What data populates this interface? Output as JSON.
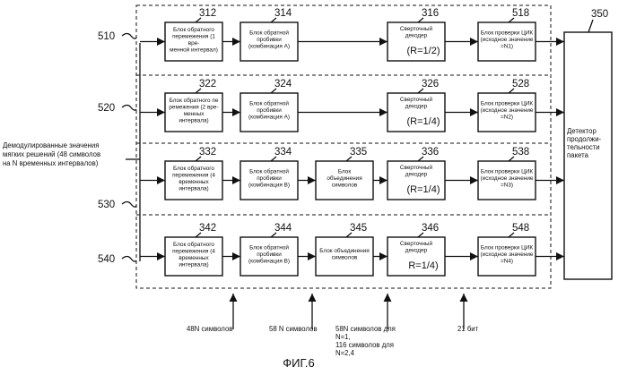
{
  "rows": [
    {
      "id": "510",
      "blocks": [
        {
          "num": "312",
          "lines": [
            "Блок обратного",
            "перемежения (1",
            "вре-",
            "менной интервал)"
          ]
        },
        {
          "num": "314",
          "lines": [
            "Блок обратной",
            "пробивки",
            "(комбинация А)"
          ]
        },
        {
          "num": "316",
          "lines": [
            "Сверточный",
            "декодер"
          ],
          "rate": "(R=1/2)"
        },
        {
          "num": "518",
          "lines": [
            "Блок проверки ЦИК",
            "(исходное значение",
            "=N1)"
          ]
        }
      ]
    },
    {
      "id": "520",
      "blocks": [
        {
          "num": "322",
          "lines": [
            "Блок обратного пе",
            "ремежения (2 вре-",
            "менных",
            "интервала)"
          ]
        },
        {
          "num": "324",
          "lines": [
            "Блок обратной",
            "пробивки",
            "(комбинация А)"
          ]
        },
        {
          "num": "326",
          "lines": [
            "Сверточный",
            "декодер"
          ],
          "rate": "(R=1/4)"
        },
        {
          "num": "528",
          "lines": [
            "Блок проверки ЦИК",
            "(исходное значение",
            "=N2)"
          ]
        }
      ]
    },
    {
      "id": "530",
      "blocks": [
        {
          "num": "332",
          "lines": [
            "Блок обратного",
            "перемежения (4",
            "временных",
            "интервала)"
          ]
        },
        {
          "num": "334",
          "lines": [
            "Блок обратной",
            "пробивки",
            "(комбинация В)"
          ]
        },
        {
          "num": "335",
          "lines": [
            "Блок",
            "объединения",
            "символов"
          ]
        },
        {
          "num": "336",
          "lines": [
            "Сверточный",
            "декодер"
          ],
          "rate": "(R=1/4)"
        },
        {
          "num": "538",
          "lines": [
            "Блок проверки ЦИК",
            "(исходное значение",
            "=N3)"
          ]
        }
      ]
    },
    {
      "id": "540",
      "blocks": [
        {
          "num": "342",
          "lines": [
            "Блок обратного",
            "перемежения (4",
            "временных",
            "интервала)"
          ]
        },
        {
          "num": "344",
          "lines": [
            "Блок обратной",
            "пробивки",
            "(комбинация В)"
          ]
        },
        {
          "num": "345",
          "lines": [
            "Блок объединения",
            "символов"
          ]
        },
        {
          "num": "346",
          "lines": [
            "Сверточный",
            "декодер"
          ],
          "rate": "R=1/4)"
        },
        {
          "num": "548",
          "lines": [
            "Блок проверки ЦИК",
            "(исходное значение",
            "=N4)"
          ]
        }
      ]
    }
  ],
  "detector": {
    "num": "350",
    "lines": [
      "Детектор",
      "продолжи-",
      "тельности",
      "пакета"
    ]
  },
  "input_label": [
    "Демодулированные значения",
    "мягких решений (48 символов",
    "на N временных интервалов)"
  ],
  "bottom_notes": [
    [
      "48N символов"
    ],
    [
      "58 N символов"
    ],
    [
      "58N  символов для",
      "N=1,",
      "116 символов для",
      "N=2,4"
    ],
    [
      "21 бит"
    ]
  ],
  "caption": "ФИГ.6"
}
